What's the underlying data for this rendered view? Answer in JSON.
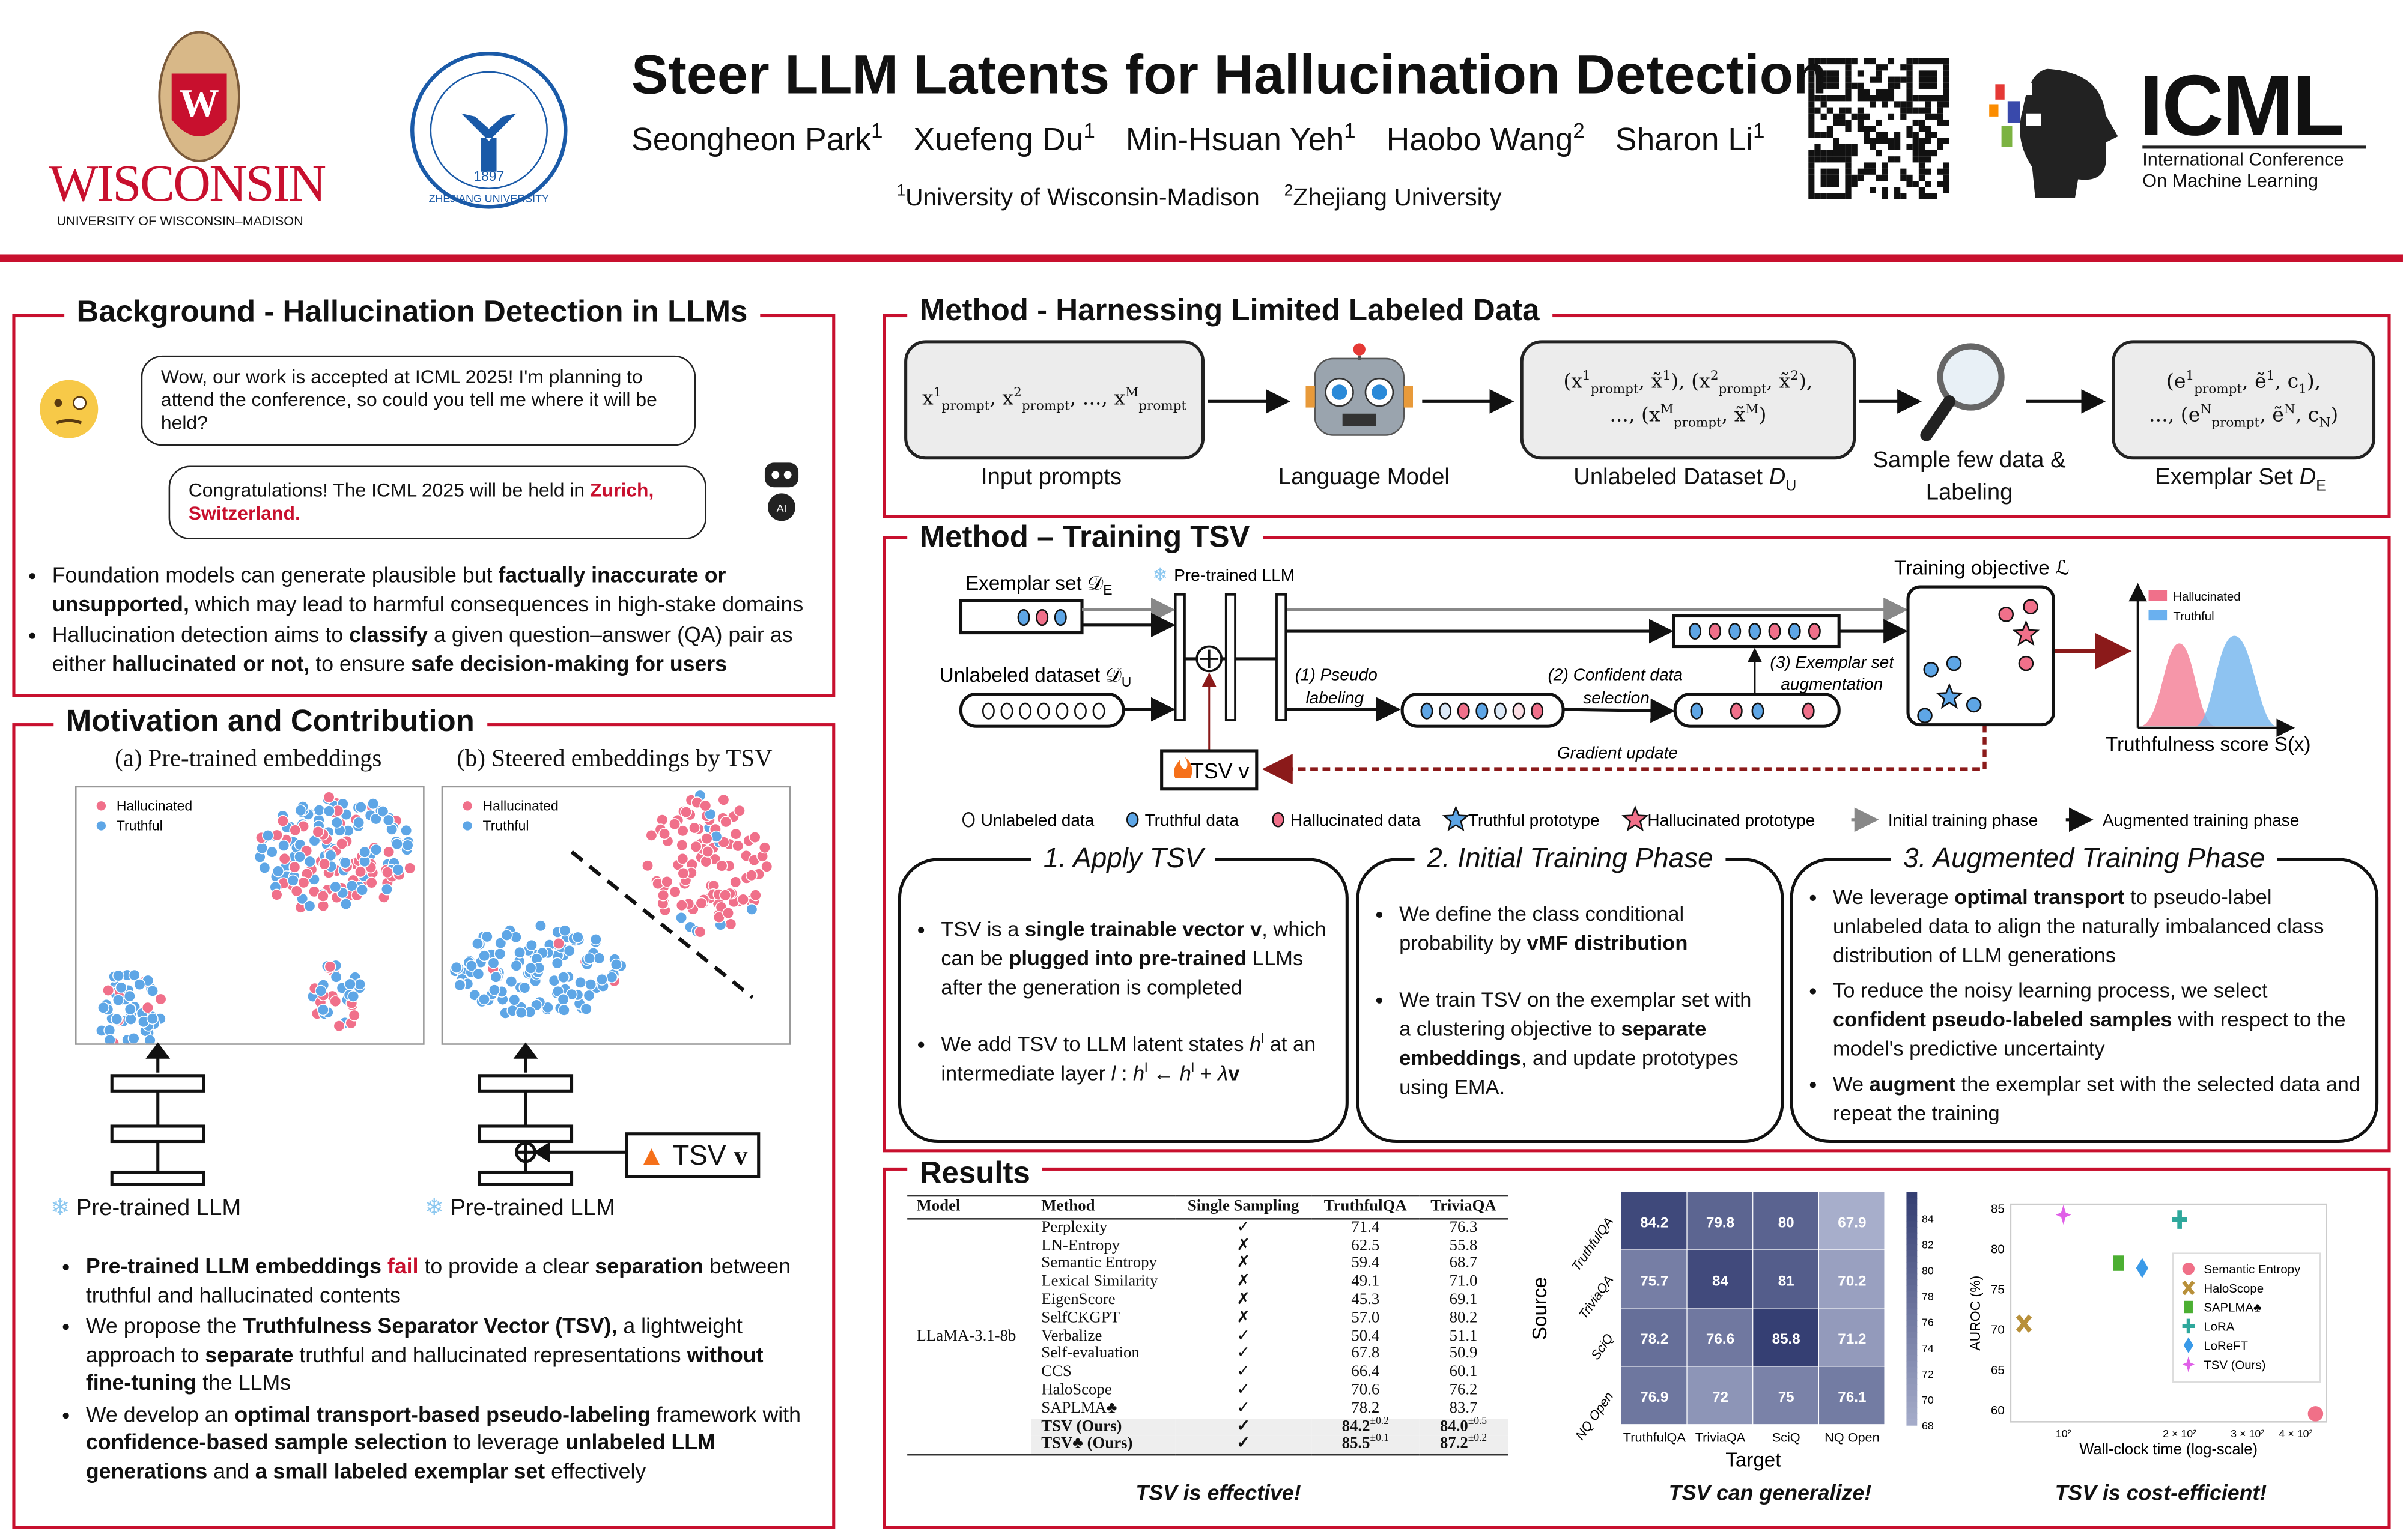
{
  "header": {
    "title": "Steer LLM Latents for Hallucination Detection",
    "authors": [
      {
        "name": "Seongheon Park",
        "aff": "1"
      },
      {
        "name": "Xuefeng Du",
        "aff": "1"
      },
      {
        "name": "Min-Hsuan Yeh",
        "aff": "1"
      },
      {
        "name": "Haobo Wang",
        "aff": "2"
      },
      {
        "name": "Sharon Li",
        "aff": "1"
      }
    ],
    "affiliations": [
      {
        "num": "1",
        "name": "University of Wisconsin-Madison"
      },
      {
        "num": "2",
        "name": "Zhejiang University"
      }
    ],
    "logos": {
      "wisconsin": "WISCONSIN",
      "wisconsin_sub": "UNIVERSITY OF WISCONSIN–MADISON",
      "zju_year": "1897",
      "zju_text": "ZHEJIANG UNIVERSITY",
      "icml": "ICML",
      "icml_sub1": "International Conference",
      "icml_sub2": "On Machine Learning"
    },
    "accent_color": "#c8102e"
  },
  "background": {
    "title": "Background - Hallucination Detection in LLMs",
    "user_message": "Wow, our work is accepted at ICML 2025! I'm planning to attend the conference, so could you tell me where it will be held?",
    "ai_message": [
      "Congratulations! The ICML 2025 will be held in ",
      {
        "rd": "Zurich, Switzerland."
      }
    ],
    "ai_badge": "AI",
    "bullets": [
      [
        "Foundation models can generate plausible but ",
        {
          "b": "factually inaccurate or unsupported,"
        },
        " which may lead to harmful consequences in high-stake domains"
      ],
      [
        "Hallucination detection aims to ",
        {
          "b": "classify"
        },
        " a given question–answer (QA) pair as either ",
        {
          "b": "hallucinated or not,"
        },
        " to ensure ",
        {
          "b": "safe decision-making for users"
        }
      ]
    ]
  },
  "motivation": {
    "title": "Motivation and Contribution",
    "plot_a_title": "(a) Pre-trained embeddings",
    "plot_b_title": "(b) Steered embeddings by TSV",
    "legend": [
      "Hallucinated",
      "Truthful"
    ],
    "llm_label": "Pre-trained LLM",
    "tsv_label": "TSV",
    "tsv_var": "v",
    "bullets": [
      [
        {
          "b": "Pre-trained LLM embeddings "
        },
        {
          "r": "fail"
        },
        " to provide a clear ",
        {
          "b": "separation"
        },
        " between truthful and hallucinated contents"
      ],
      [
        "We propose the ",
        {
          "b": "Truthfulness Separator Vector (TSV),"
        },
        " a lightweight approach to ",
        {
          "b": "separate"
        },
        " truthful and hallucinated representations ",
        {
          "b": "without fine-tuning"
        },
        " the LLMs"
      ],
      [
        "We develop an ",
        {
          "b": "optimal transport-based pseudo-labeling"
        },
        " framework with ",
        {
          "b": "confidence-based sample selection"
        },
        " to leverage ",
        {
          "b": "unlabeled LLM generations"
        },
        " and ",
        {
          "b": "a small labeled exemplar set"
        },
        " effectively"
      ]
    ]
  },
  "method_data": {
    "title": "Method - Harnessing Limited Labeled Data",
    "input_box": [
      "x",
      {
        "sup": "1"
      },
      {
        "sub": "prompt"
      },
      ", x",
      {
        "sup": "2"
      },
      {
        "sub": "prompt"
      },
      ", ..., x",
      {
        "sup": "M"
      },
      {
        "sub": "prompt"
      }
    ],
    "input_label": "Input prompts",
    "lm_label": "Language Model",
    "unlabeled_line1": [
      "(x",
      {
        "sup": "1"
      },
      {
        "sub": "prompt"
      },
      ", x̃",
      {
        "sup": "1"
      },
      "), (x",
      {
        "sup": "2"
      },
      {
        "sub": "prompt"
      },
      ", x̃",
      {
        "sup": "2"
      },
      "),"
    ],
    "unlabeled_line2": [
      "..., (x",
      {
        "sup": "M"
      },
      {
        "sub": "prompt"
      },
      ", x̃",
      {
        "sup": "M"
      },
      ")"
    ],
    "unlabeled_label": [
      "Unlabeled Dataset ",
      {
        "i": "D"
      },
      {
        "sub": "U"
      }
    ],
    "sample_label_1": "Sample few data &",
    "sample_label_2": "Labeling",
    "exemplar_line1": [
      "(e",
      {
        "sup": "1"
      },
      {
        "sub": "prompt"
      },
      ", ẽ",
      {
        "sup": "1"
      },
      ", c",
      {
        "sub": "1"
      },
      "),"
    ],
    "exemplar_line2": [
      "..., (e",
      {
        "sup": "N"
      },
      {
        "sub": "prompt"
      },
      ", ẽ",
      {
        "sup": "N"
      },
      ", c",
      {
        "sub": "N"
      },
      ")"
    ],
    "exemplar_label": [
      "Exemplar Set ",
      {
        "i": "D"
      },
      {
        "sub": "E"
      }
    ]
  },
  "training": {
    "title": "Method – Training TSV",
    "exemplar_set": "Exemplar set 𝒟",
    "exemplar_sub": "E",
    "pretrained_llm": "Pre-trained LLM",
    "unlabeled_set": "Unlabeled dataset 𝒟",
    "unlabeled_sub": "U",
    "tsv_box": "TSV v",
    "step1_a": "(1) Pseudo",
    "step1_b": "labeling",
    "step2_a": "(2) Confident data",
    "step2_b": "selection",
    "step3_a": "(3) Exemplar set",
    "step3_b": "augmentation",
    "objective": "Training objective ℒ",
    "dist_legend": [
      "Hallucinated",
      "Truthful"
    ],
    "score_label": "Truthfulness score S(x)",
    "gradient": "Gradient update",
    "legend": [
      "Unlabeled data",
      "Truthful data",
      "Hallucinated data",
      "Truthful prototype",
      "Hallucinated prototype",
      "Initial training phase",
      "Augmented training phase"
    ],
    "colors": {
      "truthful": "#5ea6e6",
      "hallucinated": "#f0708a",
      "gradient": "#8b1a1a"
    },
    "steps": [
      {
        "title": "1. Apply TSV",
        "bullets": [
          [
            "TSV is a ",
            {
              "b": "single trainable vector v"
            },
            ", which can be ",
            {
              "b": "plugged into pre-trained"
            },
            " LLMs after the generation is completed"
          ],
          [
            "We add TSV to LLM latent states ",
            {
              "i": "h"
            },
            {
              "sup": "l"
            },
            " at an intermediate layer ",
            {
              "i": "l"
            },
            " : ",
            {
              "i": "h"
            },
            {
              "sup": "l"
            },
            " ← ",
            {
              "i": "h"
            },
            {
              "sup": "l"
            },
            " + ",
            {
              "i": "λ"
            },
            {
              "b": "v"
            }
          ]
        ]
      },
      {
        "title": "2. Initial Training Phase",
        "bullets": [
          [
            "We define the class conditional probability by ",
            {
              "b": "vMF distribution"
            }
          ],
          [
            "We train TSV on the exemplar set with a clustering objective to ",
            {
              "b": "separate embeddings"
            },
            ", and update prototypes using EMA."
          ]
        ]
      },
      {
        "title": "3. Augmented Training Phase",
        "bullets": [
          [
            "We leverage ",
            {
              "b": "optimal transport"
            },
            " to pseudo-label unlabeled data to align the naturally imbalanced class distribution of LLM generations"
          ],
          [
            "To reduce the noisy learning process, we select ",
            {
              "b": "confident pseudo-labeled samples"
            },
            " with respect to the model's predictive uncertainty"
          ],
          [
            "We ",
            {
              "b": "augment"
            },
            " the exemplar set with the selected data and repeat the training"
          ]
        ]
      }
    ]
  },
  "results": {
    "title": "Results",
    "table": {
      "headers": [
        "Model",
        "Method",
        "Single Sampling",
        "TruthfulQA",
        "TriviaQA"
      ],
      "model": "LLaMA-3.1-8b",
      "rows": [
        {
          "method": "Perplexity",
          "single": "✓",
          "tqa": "71.4",
          "trivia": "76.3"
        },
        {
          "method": "LN-Entropy",
          "single": "✗",
          "tqa": "62.5",
          "trivia": "55.8"
        },
        {
          "method": "Semantic Entropy",
          "single": "✗",
          "tqa": "59.4",
          "trivia": "68.7"
        },
        {
          "method": "Lexical Similarity",
          "single": "✗",
          "tqa": "49.1",
          "trivia": "71.0"
        },
        {
          "method": "EigenScore",
          "single": "✗",
          "tqa": "45.3",
          "trivia": "69.1"
        },
        {
          "method": "SelfCKGPT",
          "single": "✗",
          "tqa": "57.0",
          "trivia": "80.2"
        },
        {
          "method": "Verbalize",
          "single": "✓",
          "tqa": "50.4",
          "trivia": "51.1"
        },
        {
          "method": "Self-evaluation",
          "single": "✓",
          "tqa": "67.8",
          "trivia": "50.9"
        },
        {
          "method": "CCS",
          "single": "✓",
          "tqa": "66.4",
          "trivia": "60.1"
        },
        {
          "method": "HaloScope",
          "single": "✓",
          "tqa": "70.6",
          "trivia": "76.2"
        },
        {
          "method": "SAPLMA♣",
          "single": "✓",
          "tqa": "78.2",
          "trivia": "83.7"
        },
        {
          "method": "TSV (Ours)",
          "single": "✓",
          "tqa": "84.2",
          "tqa_std": "±0.2",
          "trivia": "84.0",
          "trivia_std": "±0.5"
        },
        {
          "method": "TSV♣ (Ours)",
          "single": "✓",
          "tqa": "85.5",
          "tqa_std": "±0.1",
          "trivia": "87.2",
          "trivia_std": "±0.2"
        }
      ]
    },
    "captions": [
      "TSV is effective!",
      "TSV can generalize!",
      "TSV is cost-efficient!"
    ]
  },
  "chart_data": [
    {
      "type": "heatmap",
      "xlabel": "Target",
      "ylabel": "Source",
      "x_categories": [
        "TruthfulQA",
        "TriviaQA",
        "SciQ",
        "NQ Open"
      ],
      "y_categories": [
        "TruthfulQA",
        "TriviaQA",
        "SciQ",
        "NQ Open"
      ],
      "values": [
        [
          84.2,
          79.8,
          80.0,
          67.9
        ],
        [
          75.7,
          84.0,
          81.0,
          70.2
        ],
        [
          78.2,
          76.6,
          85.8,
          71.2
        ],
        [
          76.9,
          72.0,
          75.0,
          76.1
        ]
      ],
      "colorbar_ticks": [
        "68",
        "70",
        "72",
        "74",
        "76",
        "78",
        "80",
        "82",
        "84"
      ],
      "colorbar_range": [
        68,
        86
      ],
      "colors": {
        "low": "#a7aecb",
        "high": "#343e72"
      }
    },
    {
      "type": "scatter",
      "xlabel": "Wall-clock time (log-scale)",
      "ylabel": "AUROC (%)",
      "x_scale": "log",
      "xlim": [
        73,
        480
      ],
      "ylim": [
        58.5,
        85.5
      ],
      "x_ticks": [
        {
          "v": 100,
          "label": "10²"
        },
        {
          "v": 200,
          "label": "2 × 10²"
        },
        {
          "v": 300,
          "label": "3 × 10²"
        },
        {
          "v": 400,
          "label": "4 × 10²"
        }
      ],
      "y_ticks": [
        "60",
        "65",
        "70",
        "75",
        "80",
        "85"
      ],
      "legend_position": "right",
      "series": [
        {
          "name": "Semantic Entropy",
          "x": 450,
          "y": 59.5,
          "marker": "circle",
          "color": "#f07088"
        },
        {
          "name": "HaloScope",
          "x": 79,
          "y": 70.7,
          "marker": "x",
          "color": "#b8903a"
        },
        {
          "name": "SAPLMA♣",
          "x": 139,
          "y": 78.2,
          "marker": "square",
          "color": "#4caf32"
        },
        {
          "name": "LoRA",
          "x": 200,
          "y": 83.6,
          "marker": "plus",
          "color": "#2fa89c"
        },
        {
          "name": "LoReFT",
          "x": 160,
          "y": 77.6,
          "marker": "diamond",
          "color": "#3a9ae8"
        },
        {
          "name": "TSV (Ours)",
          "x": 100,
          "y": 84.2,
          "marker": "star4",
          "color": "#e060e8"
        }
      ]
    }
  ]
}
